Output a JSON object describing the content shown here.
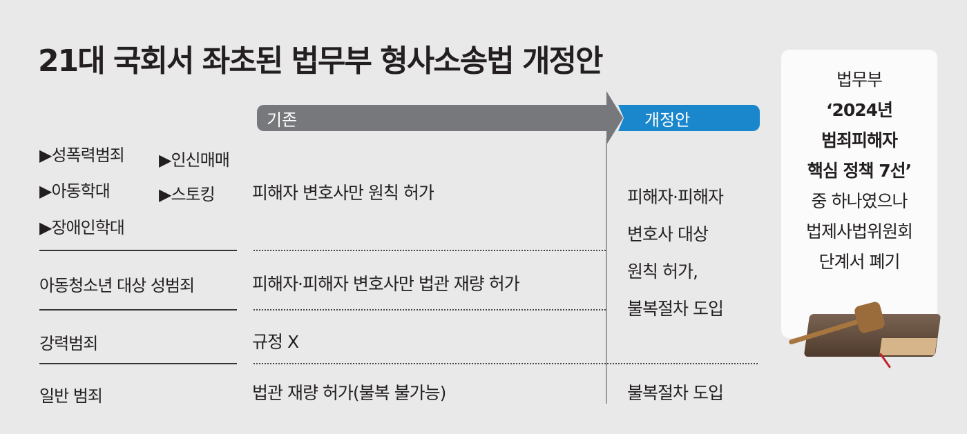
{
  "title": "21대 국회서 좌초된 법무부 형사소송법 개정안",
  "header": {
    "old": "기존",
    "new": "개정안"
  },
  "categories": {
    "group1": [
      "▶성폭력범죄",
      "▶인신매매",
      "▶아동학대",
      "▶스토킹",
      "▶장애인학대"
    ],
    "row2": "아동청소년 대상 성범죄",
    "row3": "강력범죄",
    "row4": "일반 범죄"
  },
  "old": {
    "row1": "피해자 변호사만 원칙 허가",
    "row2": "피해자·피해자 변호사만 법관 재량 허가",
    "row3": "규정 X",
    "row4": "법관 재량 허가(불복 불가능)"
  },
  "new": {
    "lines": [
      "피해자·피해자",
      "변호사 대상",
      "원칙 허가,",
      "불복절차 도입"
    ],
    "row4": "불복절차 도입"
  },
  "side_note": {
    "lines": [
      "법무부",
      "‘2024년",
      "범죄피해자",
      "핵심 정책 7선’",
      "중 하나였으나",
      "법제사법위원회",
      "단계서 폐기"
    ]
  },
  "colors": {
    "old": "#77787b",
    "new": "#1a86cc"
  }
}
